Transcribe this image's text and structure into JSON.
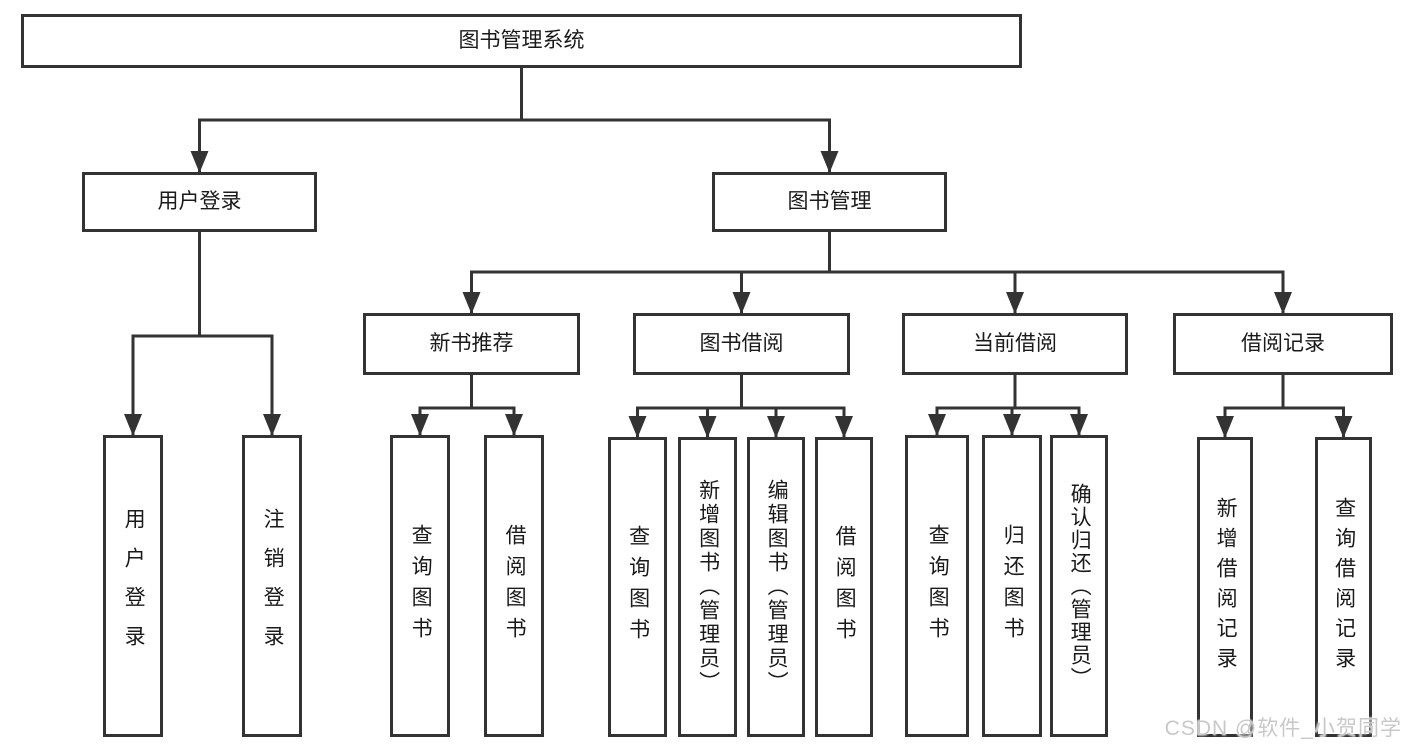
{
  "diagram": {
    "watermark": "CSDN @软件_小贺同学",
    "colors": {
      "line": "#333333",
      "text": "#1a1a1a",
      "background": "#ffffff",
      "watermark": "#c8c8c8"
    },
    "nodes": [
      {
        "id": "root",
        "label": "图书管理系统",
        "text_direction": "horizontal"
      },
      {
        "id": "user-login",
        "label": "用户登录",
        "text_direction": "horizontal"
      },
      {
        "id": "book-mgmt",
        "label": "图书管理",
        "text_direction": "horizontal"
      },
      {
        "id": "new-book-rec",
        "label": "新书推荐",
        "text_direction": "horizontal"
      },
      {
        "id": "book-borrow",
        "label": "图书借阅",
        "text_direction": "horizontal"
      },
      {
        "id": "current-borrow",
        "label": "当前借阅",
        "text_direction": "horizontal"
      },
      {
        "id": "borrow-records",
        "label": "借阅记录",
        "text_direction": "horizontal"
      },
      {
        "id": "leaf-user-login",
        "label": "用户登录",
        "text_direction": "vertical"
      },
      {
        "id": "leaf-logout",
        "label": "注销登录",
        "text_direction": "vertical"
      },
      {
        "id": "leaf-query-book-1",
        "label": "查询图书",
        "text_direction": "vertical"
      },
      {
        "id": "leaf-borrow-book-1",
        "label": "借阅图书",
        "text_direction": "vertical"
      },
      {
        "id": "leaf-query-book-2",
        "label": "查询图书",
        "text_direction": "vertical"
      },
      {
        "id": "leaf-add-book",
        "label": "新增图书（管理员）",
        "text_direction": "vertical"
      },
      {
        "id": "leaf-edit-book",
        "label": "编辑图书（管理员）",
        "text_direction": "vertical"
      },
      {
        "id": "leaf-borrow-book-2",
        "label": "借阅图书",
        "text_direction": "vertical"
      },
      {
        "id": "leaf-query-book-3",
        "label": "查询图书",
        "text_direction": "vertical"
      },
      {
        "id": "leaf-return-book",
        "label": "归还图书",
        "text_direction": "vertical"
      },
      {
        "id": "leaf-confirm-return",
        "label": "确认归还（管理员）",
        "text_direction": "vertical"
      },
      {
        "id": "leaf-add-record",
        "label": "新增借阅记录",
        "text_direction": "vertical"
      },
      {
        "id": "leaf-query-record",
        "label": "查询借阅记录",
        "text_direction": "vertical"
      }
    ],
    "groups": [
      {
        "parent": "root",
        "children": [
          "user-login",
          "book-mgmt"
        ]
      },
      {
        "parent": "user-login",
        "children": [
          "leaf-user-login",
          "leaf-logout"
        ]
      },
      {
        "parent": "book-mgmt",
        "children": [
          "new-book-rec",
          "book-borrow",
          "current-borrow",
          "borrow-records"
        ]
      },
      {
        "parent": "new-book-rec",
        "children": [
          "leaf-query-book-1",
          "leaf-borrow-book-1"
        ]
      },
      {
        "parent": "book-borrow",
        "children": [
          "leaf-query-book-2",
          "leaf-add-book",
          "leaf-edit-book",
          "leaf-borrow-book-2"
        ]
      },
      {
        "parent": "current-borrow",
        "children": [
          "leaf-query-book-3",
          "leaf-return-book",
          "leaf-confirm-return"
        ]
      },
      {
        "parent": "borrow-records",
        "children": [
          "leaf-add-record",
          "leaf-query-record"
        ]
      }
    ]
  }
}
